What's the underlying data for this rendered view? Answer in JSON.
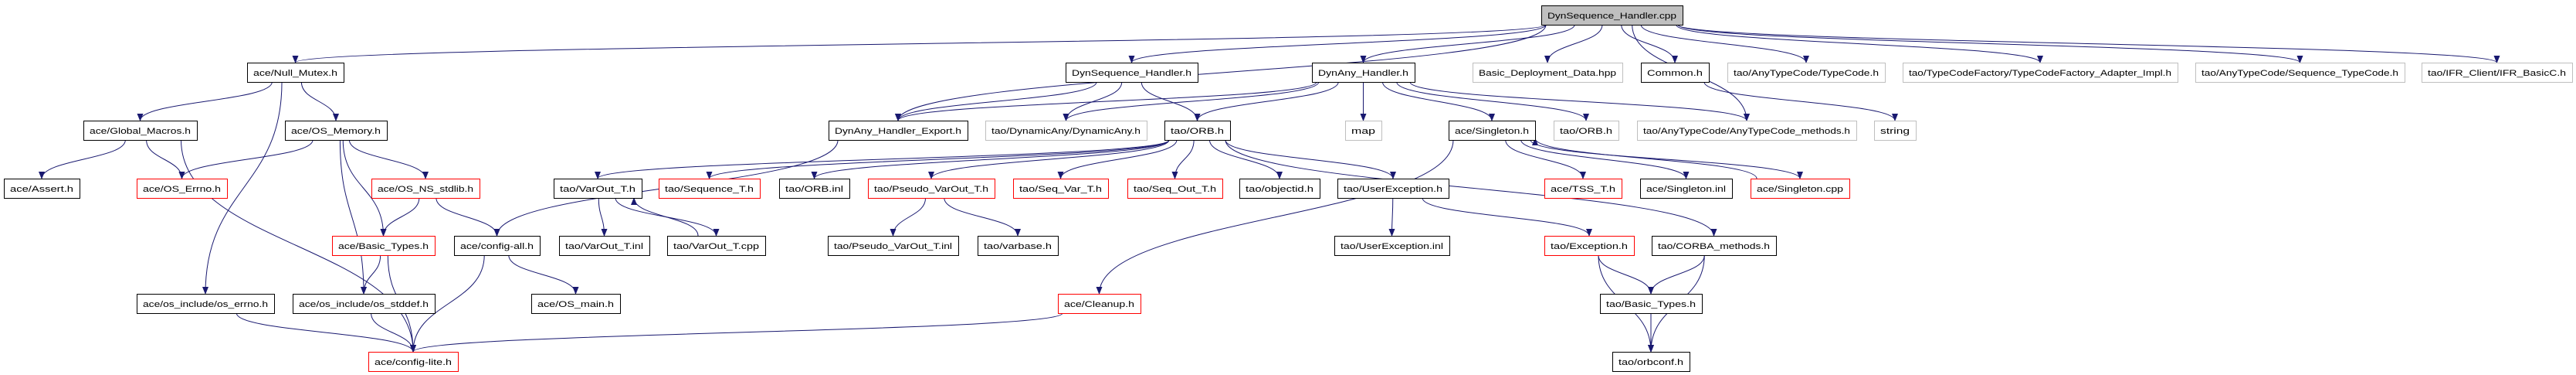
{
  "colors": {
    "edge": "#191970",
    "normal_border": "#000000",
    "missing_border": "#ff0000",
    "external_border": "#bfbfbf",
    "root_fill": "#bfbfbf"
  },
  "graph": {
    "nodes": [
      {
        "id": "cpp",
        "label": "DynSequence_Handler.cpp",
        "style": "root"
      },
      {
        "id": "null_mutex",
        "label": "ace/Null_Mutex.h",
        "style": "normal"
      },
      {
        "id": "dsh_h",
        "label": "DynSequence_Handler.h",
        "style": "normal"
      },
      {
        "id": "dah_h",
        "label": "DynAny_Handler.h",
        "style": "normal"
      },
      {
        "id": "bdd",
        "label": "Basic_Deployment_Data.hpp",
        "style": "external"
      },
      {
        "id": "common",
        "label": "Common.h",
        "style": "normal"
      },
      {
        "id": "typecode",
        "label": "tao/AnyTypeCode/TypeCode.h",
        "style": "external"
      },
      {
        "id": "tcf",
        "label": "tao/TypeCodeFactory/TypeCodeFactory_Adapter_Impl.h",
        "style": "external"
      },
      {
        "id": "seqtc",
        "label": "tao/AnyTypeCode/Sequence_TypeCode.h",
        "style": "external"
      },
      {
        "id": "ifr",
        "label": "tao/IFR_Client/IFR_BasicC.h",
        "style": "external"
      },
      {
        "id": "global_macros",
        "label": "ace/Global_Macros.h",
        "style": "normal"
      },
      {
        "id": "os_memory",
        "label": "ace/OS_Memory.h",
        "style": "normal"
      },
      {
        "id": "export",
        "label": "DynAny_Handler_Export.h",
        "style": "normal"
      },
      {
        "id": "dynamicany",
        "label": "tao/DynamicAny/DynamicAny.h",
        "style": "external"
      },
      {
        "id": "orb_h",
        "label": "tao/ORB.h",
        "style": "normal"
      },
      {
        "id": "map",
        "label": "map",
        "style": "external"
      },
      {
        "id": "singleton_h",
        "label": "ace/Singleton.h",
        "style": "normal"
      },
      {
        "id": "orb_h_ext",
        "label": "tao/ORB.h",
        "style": "external"
      },
      {
        "id": "atc_methods",
        "label": "tao/AnyTypeCode/AnyTypeCode_methods.h",
        "style": "external"
      },
      {
        "id": "string",
        "label": "string",
        "style": "external"
      },
      {
        "id": "assert",
        "label": "ace/Assert.h",
        "style": "normal"
      },
      {
        "id": "os_errno_h",
        "label": "ace/OS_Errno.h",
        "style": "missing"
      },
      {
        "id": "os_ns_stdlib",
        "label": "ace/OS_NS_stdlib.h",
        "style": "missing"
      },
      {
        "id": "varout_h",
        "label": "tao/VarOut_T.h",
        "style": "normal"
      },
      {
        "id": "sequence_t",
        "label": "tao/Sequence_T.h",
        "style": "missing"
      },
      {
        "id": "orb_inl",
        "label": "tao/ORB.inl",
        "style": "normal"
      },
      {
        "id": "pseudo_h",
        "label": "tao/Pseudo_VarOut_T.h",
        "style": "missing"
      },
      {
        "id": "seq_var",
        "label": "tao/Seq_Var_T.h",
        "style": "missing"
      },
      {
        "id": "seq_out",
        "label": "tao/Seq_Out_T.h",
        "style": "missing"
      },
      {
        "id": "objectid",
        "label": "tao/objectid.h",
        "style": "normal"
      },
      {
        "id": "userexc_h",
        "label": "tao/UserException.h",
        "style": "normal"
      },
      {
        "id": "tss",
        "label": "ace/TSS_T.h",
        "style": "missing"
      },
      {
        "id": "singleton_inl",
        "label": "ace/Singleton.inl",
        "style": "normal"
      },
      {
        "id": "singleton_cpp",
        "label": "ace/Singleton.cpp",
        "style": "missing"
      },
      {
        "id": "ace_basic_types",
        "label": "ace/Basic_Types.h",
        "style": "missing"
      },
      {
        "id": "config_all",
        "label": "ace/config-all.h",
        "style": "normal"
      },
      {
        "id": "varout_inl",
        "label": "tao/VarOut_T.inl",
        "style": "normal"
      },
      {
        "id": "varout_cpp",
        "label": "tao/VarOut_T.cpp",
        "style": "normal"
      },
      {
        "id": "pseudo_inl",
        "label": "tao/Pseudo_VarOut_T.inl",
        "style": "normal"
      },
      {
        "id": "varbase",
        "label": "tao/varbase.h",
        "style": "normal"
      },
      {
        "id": "userexc_inl",
        "label": "tao/UserException.inl",
        "style": "normal"
      },
      {
        "id": "exception",
        "label": "tao/Exception.h",
        "style": "missing"
      },
      {
        "id": "corba_methods",
        "label": "tao/CORBA_methods.h",
        "style": "normal"
      },
      {
        "id": "os_errno_inc",
        "label": "ace/os_include/os_errno.h",
        "style": "normal"
      },
      {
        "id": "os_stddef",
        "label": "ace/os_include/os_stddef.h",
        "style": "normal"
      },
      {
        "id": "os_main",
        "label": "ace/OS_main.h",
        "style": "normal"
      },
      {
        "id": "cleanup",
        "label": "ace/Cleanup.h",
        "style": "missing"
      },
      {
        "id": "tao_basic_types",
        "label": "tao/Basic_Types.h",
        "style": "normal"
      },
      {
        "id": "config_lite",
        "label": "ace/config-lite.h",
        "style": "missing"
      },
      {
        "id": "orbconf",
        "label": "tao/orbconf.h",
        "style": "normal"
      }
    ],
    "edges": [
      [
        "cpp",
        "null_mutex"
      ],
      [
        "cpp",
        "dsh_h"
      ],
      [
        "cpp",
        "dah_h"
      ],
      [
        "cpp",
        "bdd"
      ],
      [
        "cpp",
        "common"
      ],
      [
        "cpp",
        "typecode"
      ],
      [
        "cpp",
        "tcf"
      ],
      [
        "cpp",
        "seqtc"
      ],
      [
        "cpp",
        "ifr"
      ],
      [
        "cpp",
        "atc_methods"
      ],
      [
        "cpp",
        "export"
      ],
      [
        "null_mutex",
        "global_macros"
      ],
      [
        "null_mutex",
        "os_memory"
      ],
      [
        "null_mutex",
        "os_errno_inc"
      ],
      [
        "dsh_h",
        "export"
      ],
      [
        "dsh_h",
        "dynamicany"
      ],
      [
        "dsh_h",
        "orb_h"
      ],
      [
        "dah_h",
        "export"
      ],
      [
        "dah_h",
        "dynamicany"
      ],
      [
        "dah_h",
        "orb_h"
      ],
      [
        "dah_h",
        "map"
      ],
      [
        "dah_h",
        "singleton_h"
      ],
      [
        "dah_h",
        "orb_h_ext"
      ],
      [
        "dah_h",
        "atc_methods"
      ],
      [
        "common",
        "string"
      ],
      [
        "global_macros",
        "assert"
      ],
      [
        "global_macros",
        "os_errno_h"
      ],
      [
        "global_macros",
        "config_lite"
      ],
      [
        "os_memory",
        "os_errno_h"
      ],
      [
        "os_memory",
        "os_ns_stdlib"
      ],
      [
        "os_memory",
        "ace_basic_types"
      ],
      [
        "os_memory",
        "os_stddef"
      ],
      [
        "export",
        "config_all"
      ],
      [
        "orb_h",
        "varout_h"
      ],
      [
        "orb_h",
        "sequence_t"
      ],
      [
        "orb_h",
        "orb_inl"
      ],
      [
        "orb_h",
        "pseudo_h"
      ],
      [
        "orb_h",
        "seq_var"
      ],
      [
        "orb_h",
        "seq_out"
      ],
      [
        "orb_h",
        "objectid"
      ],
      [
        "orb_h",
        "userexc_h"
      ],
      [
        "orb_h",
        "corba_methods"
      ],
      [
        "singleton_h",
        "tss"
      ],
      [
        "singleton_h",
        "singleton_inl"
      ],
      [
        "singleton_h",
        "singleton_cpp"
      ],
      [
        "singleton_h",
        "cleanup"
      ],
      [
        "singleton_cpp",
        "singleton_h"
      ],
      [
        "os_ns_stdlib",
        "ace_basic_types"
      ],
      [
        "os_ns_stdlib",
        "config_all"
      ],
      [
        "varout_h",
        "varout_inl"
      ],
      [
        "varout_h",
        "varout_cpp"
      ],
      [
        "varout_cpp",
        "varout_h"
      ],
      [
        "pseudo_h",
        "pseudo_inl"
      ],
      [
        "pseudo_h",
        "varbase"
      ],
      [
        "userexc_h",
        "userexc_inl"
      ],
      [
        "userexc_h",
        "exception"
      ],
      [
        "ace_basic_types",
        "os_stddef"
      ],
      [
        "ace_basic_types",
        "config_lite"
      ],
      [
        "config_all",
        "config_lite"
      ],
      [
        "config_all",
        "os_main"
      ],
      [
        "exception",
        "tao_basic_types"
      ],
      [
        "exception",
        "orbconf"
      ],
      [
        "corba_methods",
        "tao_basic_types"
      ],
      [
        "corba_methods",
        "orbconf"
      ],
      [
        "os_errno_inc",
        "config_lite"
      ],
      [
        "os_stddef",
        "config_lite"
      ],
      [
        "cleanup",
        "config_lite"
      ],
      [
        "tao_basic_types",
        "orbconf"
      ]
    ]
  }
}
